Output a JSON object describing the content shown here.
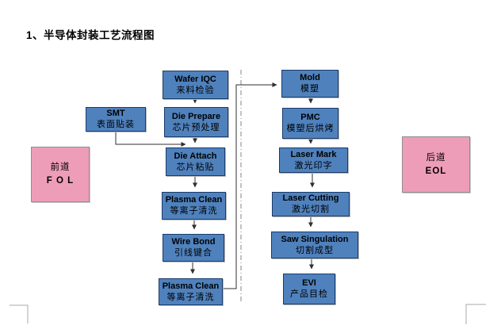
{
  "title": "1、半导体封装工艺流程图",
  "colors": {
    "process_box_fill": "#4f81bd",
    "process_box_border": "#1b3c68",
    "stage_box_fill": "#ee9db9",
    "stage_box_border": "#8e8e8e",
    "connector": "#2f2f2f",
    "divider_dashed": "#848484",
    "page_boundary_mark": "#a8a8a8",
    "text": "#000000"
  },
  "boxes": {
    "wafer_iqc": {
      "en": "Wafer IQC",
      "zh": "来料检验"
    },
    "smt": {
      "en": "SMT",
      "zh": "表面贴装"
    },
    "die_prepare": {
      "en": "Die Prepare",
      "zh": "芯片预处理"
    },
    "die_attach": {
      "en": "Die Attach",
      "zh": "芯片粘贴"
    },
    "plasma_clean_1": {
      "en": "Plasma Clean",
      "zh": "等离子清洗"
    },
    "wire_bond": {
      "en": "Wire Bond",
      "zh": "引线键合"
    },
    "plasma_clean_2": {
      "en": "Plasma Clean",
      "zh": "等离子清洗"
    },
    "mold": {
      "en": "Mold",
      "zh": "模塑"
    },
    "pmc": {
      "en": "PMC",
      "zh": "模塑后烘烤"
    },
    "laser_mark": {
      "en": "Laser Mark",
      "zh": "激光印字"
    },
    "laser_cutting": {
      "en": "Laser Cutting",
      "zh": "激光切割"
    },
    "saw_singulation": {
      "en": "Saw Singulation",
      "zh": "切割成型"
    },
    "evi": {
      "en": "EVI",
      "zh": "产品目检"
    }
  },
  "stages": {
    "fol": {
      "line1": "前道",
      "line2": "F O L"
    },
    "eol": {
      "line1": "后道",
      "line2": "EOL"
    }
  }
}
